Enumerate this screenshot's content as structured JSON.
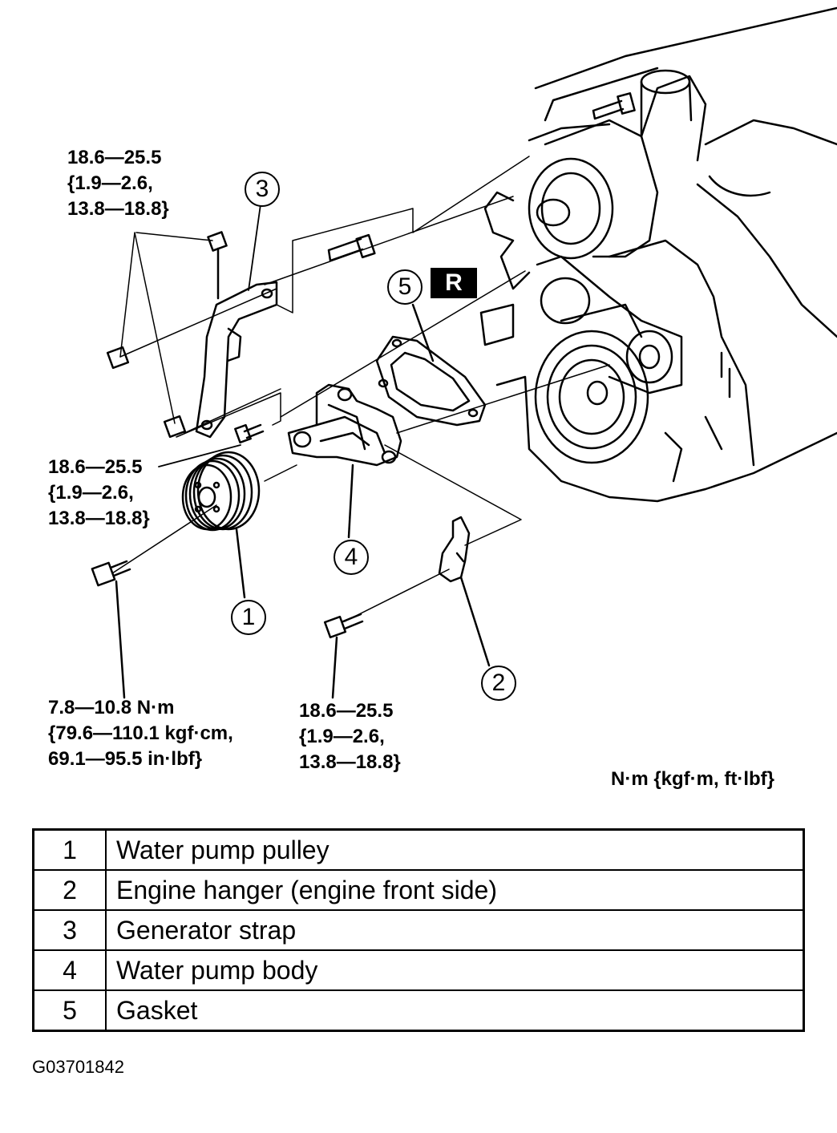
{
  "torque_specs": [
    {
      "id": "generator-strap-bolts",
      "lines": [
        "18.6—25.5",
        "{1.9—2.6,",
        "13.8—18.8}"
      ]
    },
    {
      "id": "water-pump-body-bolts",
      "lines": [
        "18.6—25.5",
        "{1.9—2.6,",
        "13.8—18.8}"
      ]
    },
    {
      "id": "pulley-bolts",
      "lines": [
        "7.8—10.8 N·m",
        "{79.6—110.1 kgf·cm,",
        "69.1—95.5 in·lbf}"
      ]
    },
    {
      "id": "engine-hanger-bolt",
      "lines": [
        "18.6—25.5",
        "{1.9—2.6,",
        "13.8—18.8}"
      ]
    }
  ],
  "units_note": "N·m {kgf·m, ft·lbf}",
  "replace_mark": "R",
  "callouts": [
    "1",
    "2",
    "3",
    "4",
    "5"
  ],
  "legend": [
    {
      "num": "1",
      "part": "Water pump pulley"
    },
    {
      "num": "2",
      "part": "Engine hanger (engine front side)"
    },
    {
      "num": "3",
      "part": "Generator strap"
    },
    {
      "num": "4",
      "part": "Water pump body"
    },
    {
      "num": "5",
      "part": "Gasket"
    }
  ],
  "figure_id": "G03701842"
}
